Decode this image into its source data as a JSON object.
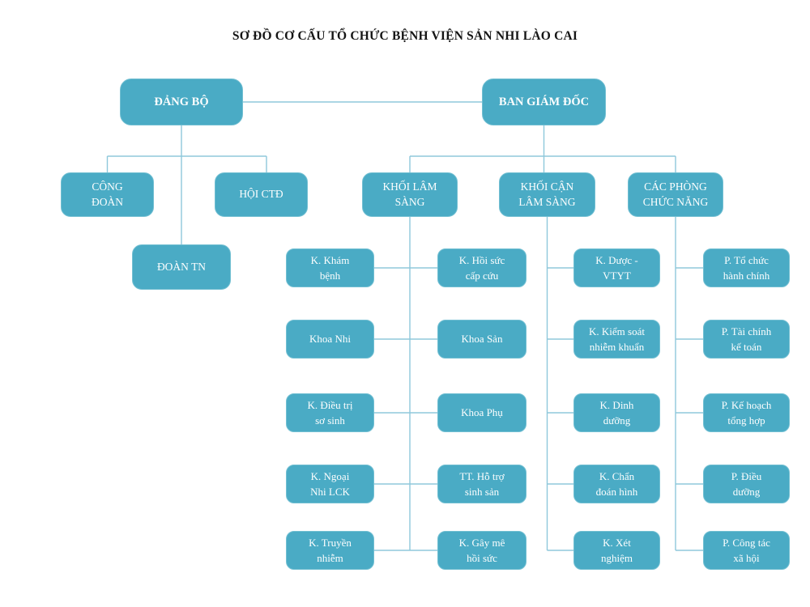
{
  "title": "SƠ ĐỒ CƠ CẤU TỔ CHỨC BỆNH VIỆN SẢN NHI LÀO CAI",
  "colors": {
    "box_fill": "#4aabc5",
    "box_border": "#72bfd2",
    "connector_line": "#8fc8db",
    "box_text": "#fdfefe",
    "title_text": "#141414"
  },
  "nodes": {
    "dang_bo": "ĐẢNG BỘ",
    "ban_giam_doc": "BAN GIÁM ĐỐC",
    "cong_doan": "CÔNG\nĐOÀN",
    "hoi_ctd": "HỘI CTĐ",
    "doan_tn": "ĐOÀN TN",
    "khoi_lam_sang": "KHỐI LÂM\nSÀNG",
    "khoi_can_lam_sang": "KHỐI CẬN\nLÂM SÀNG",
    "cac_phong_chuc_nang": "CÁC PHÒNG\nCHỨC NĂNG",
    "lam_sang_col1": [
      "K. Khám\nbệnh",
      "Khoa Nhi",
      "K. Điều trị\nsơ sinh",
      "K. Ngoại\nNhi LCK",
      "K. Truyền\nnhiễm"
    ],
    "lam_sang_col2": [
      "K. Hồi sức\ncấp cứu",
      "Khoa Sản",
      "Khoa Phụ",
      "TT. Hỗ trợ\nsinh sản",
      "K. Gây mê\nhồi sức"
    ],
    "can_lam_sang": [
      "K. Dược -\nVTYT",
      "K. Kiểm soát\nnhiễm khuẩn",
      "K. Dinh\ndưỡng",
      "K. Chẩn\nđoán hình",
      "K. Xét\nnghiệm"
    ],
    "phong_chuc_nang": [
      "P. Tổ chức\nhành chính",
      "P. Tài chính\nkế toán",
      "P. Kế hoạch\ntổng hợp",
      "P. Điều\ndưỡng",
      "P. Công tác\nxã hội"
    ]
  }
}
